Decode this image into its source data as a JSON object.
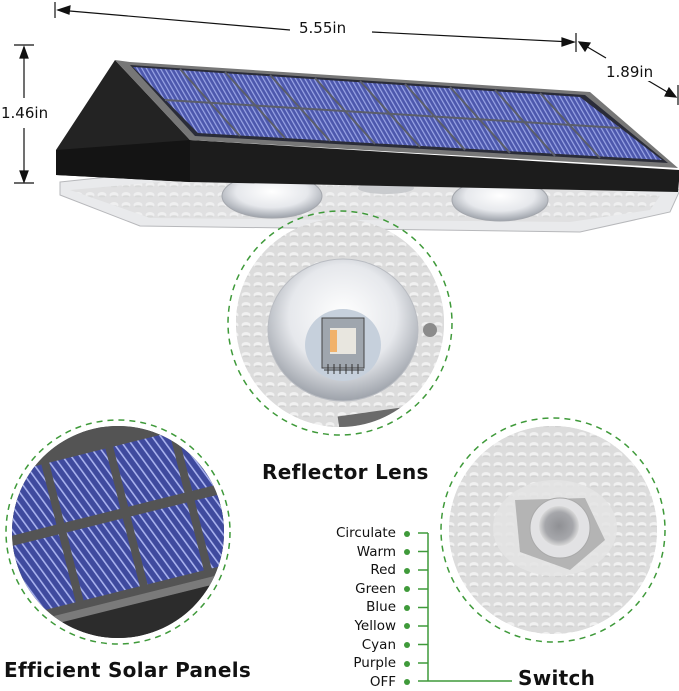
{
  "dimensions": {
    "width": "5.55in",
    "depth": "1.89in",
    "height": "1.46in"
  },
  "features": {
    "reflector": {
      "label": "Reflector Lens"
    },
    "solar": {
      "label": "Efficient Solar Panels"
    },
    "switch": {
      "label": "Switch"
    }
  },
  "switch_modes": [
    "Circulate",
    "Warm",
    "Red",
    "Green",
    "Blue",
    "Yellow",
    "Cyan",
    "Purple",
    "OFF"
  ],
  "colors": {
    "accent_green": "#3f9a3a",
    "solar_blue": "#4a56a8",
    "body_black": "#1f1f1f",
    "frame_gray": "#6b6b6b"
  }
}
